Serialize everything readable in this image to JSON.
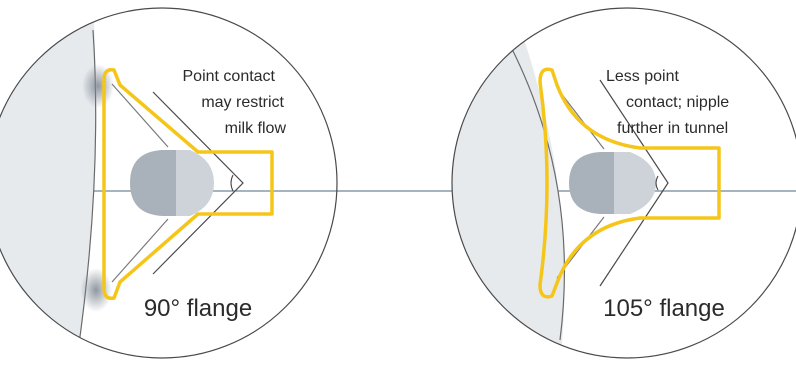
{
  "diagrams": [
    {
      "note_lines": [
        "Point contact",
        "may restrict",
        "milk flow"
      ],
      "label": "90° flange"
    },
    {
      "note_lines": [
        "Less point",
        "contact; nipple",
        "further in tunnel"
      ],
      "label": "105° flange"
    }
  ],
  "colors": {
    "flange_outline": "#f5c518",
    "circle_stroke": "#4a4a4a",
    "axis_line": "#6f8797",
    "skin": "#e7eaed",
    "nipple_dark": "#a9b2ba",
    "nipple_light": "#cdd3d8",
    "inner_guides": "#7a7a7a"
  }
}
